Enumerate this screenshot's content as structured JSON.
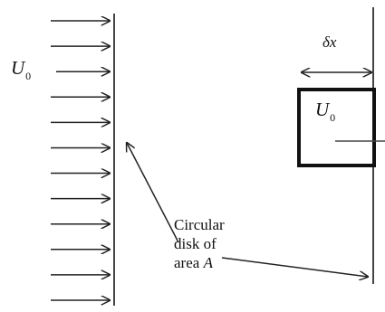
{
  "velocity_label": {
    "symbol": "U",
    "subscript": "0"
  },
  "box_velocity_label": {
    "symbol": "U",
    "subscript": "0"
  },
  "width_label": "δx",
  "disk_caption": {
    "line1": "Circular",
    "line2": "disk of",
    "line3_prefix": "area ",
    "line3_var": "A"
  },
  "arrow_count": 12
}
